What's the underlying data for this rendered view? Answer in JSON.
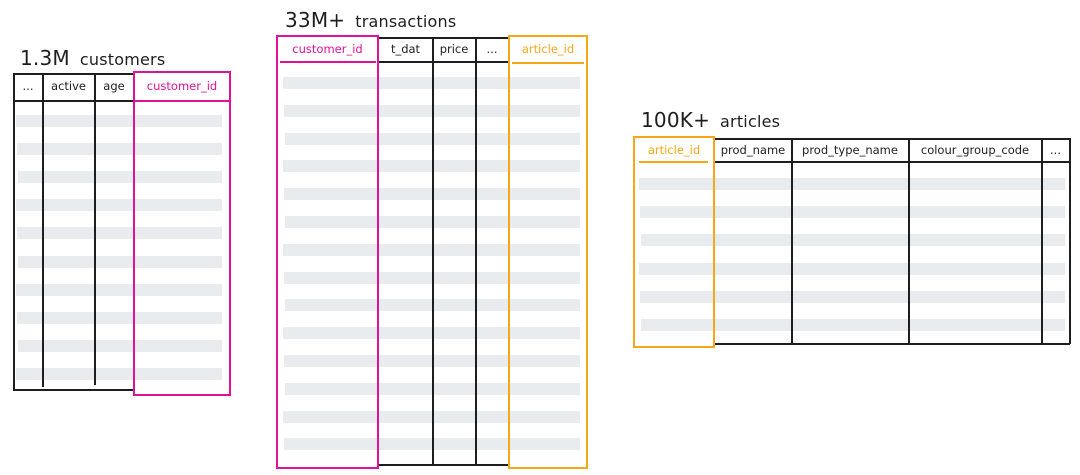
{
  "colors": {
    "customer_key": "#e0119a",
    "article_key": "#f4a818",
    "line": "#1e1e1e",
    "stripe": "#e9ecef"
  },
  "customers": {
    "count": "1.3M",
    "label": "customers",
    "columns": [
      "...",
      "active",
      "age",
      "customer_id"
    ],
    "key_column": "customer_id",
    "row_count_visible": 10
  },
  "transactions": {
    "count": "33M+",
    "label": "transactions",
    "columns": [
      "customer_id",
      "t_dat",
      "price",
      "...",
      "article_id"
    ],
    "key_columns": [
      "customer_id",
      "article_id"
    ],
    "row_count_visible": 14
  },
  "articles": {
    "count": "100K+",
    "label": "articles",
    "columns": [
      "article_id",
      "prod_name",
      "prod_type_name",
      "colour_group_code",
      "..."
    ],
    "key_column": "article_id",
    "row_count_visible": 6
  }
}
